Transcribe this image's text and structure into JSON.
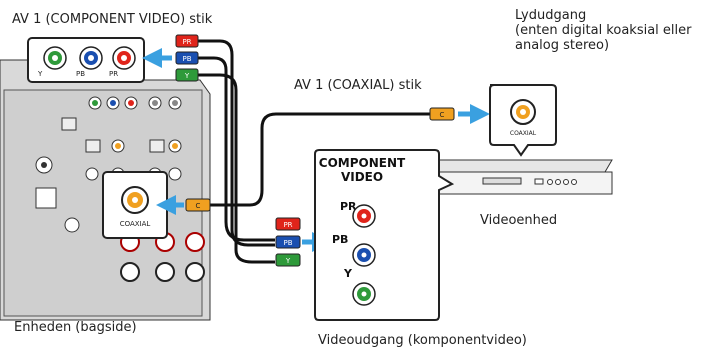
{
  "labels": {
    "av1_component_jack": "AV 1 (COMPONENT VIDEO) stik",
    "audio_output": "Lydudgang\n(enten digital koaksial eller\nanalog stereo)",
    "av1_coaxial_jack": "AV 1 (COAXIAL) stik",
    "video_device": "Videoenhed",
    "unit_rear": "Enheden (bagside)",
    "video_output_component": "Videoudgang (komponentvideo)"
  },
  "callouts": {
    "component_video": "COMPONENT\nVIDEO",
    "coaxial": "COAXIAL",
    "pr": "PR",
    "pb": "PB",
    "y": "Y"
  },
  "plugs": {
    "pr": "PR",
    "pb": "PB",
    "y": "Y",
    "c": "C"
  },
  "colors": {
    "pr_red": "#e0241b",
    "pb_blue": "#1a4fb0",
    "y_green": "#2e9a3a",
    "coax_orange": "#f0a020",
    "arrow_blue": "#3aa0e0",
    "panel_gray": "#d4d4d4",
    "cable_black": "#111111"
  }
}
